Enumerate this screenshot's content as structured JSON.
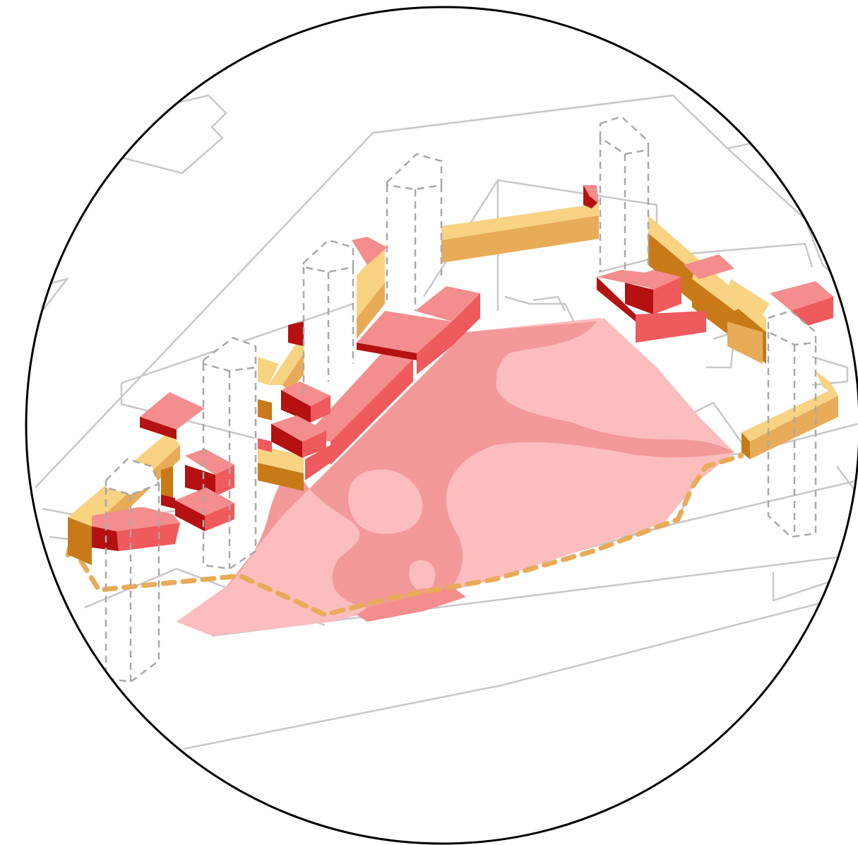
{
  "diagram": {
    "colors": {
      "background": "#ffffff",
      "frame_stroke": "#000000",
      "context_lines": "#c8c8c8",
      "tower_dash": "#a8a8a8",
      "park_base": "#f3999a",
      "park_light": "#fcbdbe",
      "park_edge": "#f5b3b4",
      "red_top": "#f48d8d",
      "red_front": "#ef5a5c",
      "red_dark": "#b41110",
      "orange_top": "#f7d382",
      "orange_front": "#e8ab58",
      "orange_dark": "#c87a18",
      "path_dash": "#e8ab58"
    },
    "elements": {
      "frame": "circular-frame",
      "context": "site-context-outlines",
      "park": "central-park-area",
      "towers": "dashed-tower-outlines",
      "red_blocks": "red-building-blocks",
      "orange_bars": "orange-building-bars",
      "path": "dashed-walking-path"
    }
  }
}
